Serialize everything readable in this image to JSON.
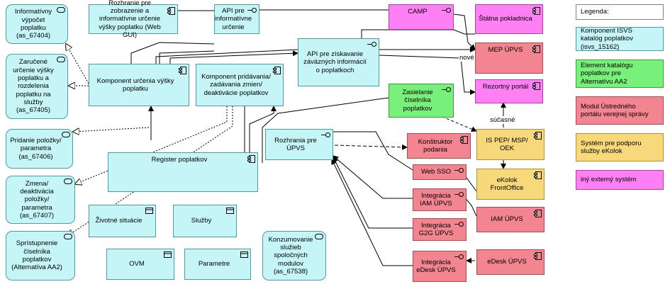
{
  "nodes": {
    "informativny_vypocet": "Informatívny výpočet poplatku (as_67404)",
    "zarucene_urcenie": "Zaručené určenie výšky poplatku a rozdelenia poplatku na služby (as_67405)",
    "pridanie_polozky": "Pridanie položky/ parametra (as_67406)",
    "zmena_deaktivacia": "Zmena/ deaktivácia položky/ parametra (as_67407)",
    "spristupnenie_ciselnika": "Sprístupnenie číselníka poplatkov (Alternatíva AA2)",
    "rozhranie_gui": "Rozhranie pre zobrazenie a informatívne určenie výšky poplatku (Web GUI)",
    "api_informativne": "API pre informatívne určenie",
    "api_zavazne": "API pre získavanie záväzných informácií o poplatkoch",
    "komponent_urcenia": "Komponent určenia výšky poplatku",
    "komponent_pridavania": "Komponent pridávania/ zadávania zmien/ deaktivácie poplatkov",
    "register_poplatkov": "Register poplatkov",
    "zivotne_situacie": "Životné situácie",
    "sluzby": "Služby",
    "ovm": "OVM",
    "parametre": "Parametre",
    "rozhrania_upvs": "Rozhrania pre ÚPVS",
    "konzumovanie_sluzieb": "Konzumovanie služieb spoločných modulov (as_67538)",
    "camp": "CAMP",
    "statna_pokladnica": "Štátna pokladnica",
    "mep_upvs": "MEP ÚPVS",
    "rezortny_portal": "Rezortný portál",
    "zasielanie_ciselnika": "Zasielanie číselníka poplatkov",
    "is_pep": "IS PEP/ MSP/ OEK",
    "ekolok": "eKolok FrontOffice",
    "konstruktor_podania": "Konštruktor podania",
    "web_sso": "Web SSO",
    "integracia_iam": "Integrácia IAM ÚPVS",
    "integracia_g2g": "Integrácia G2G ÚPVS",
    "integracia_edesk": "Integrácia eDesk ÚPVS",
    "iam_upvs": "IAM ÚPVS",
    "edesk_upvs": "eDesk ÚPVS"
  },
  "edge_labels": {
    "nove": "nové",
    "sucasne": "súčasné"
  },
  "legend": {
    "title": "Legenda:",
    "items": [
      {
        "text": "Komponent ISVS katalóg poplatkov (isvs_15162)",
        "color": "#c6f5f7"
      },
      {
        "text": "Element katalógu poplatkov pre Alternatívu AA2",
        "color": "#79f07a"
      },
      {
        "text": "Modul Ústredného portálu verejnej správy",
        "color": "#f2858f"
      },
      {
        "text": "Systém pre podporu služby eKolok",
        "color": "#f7d87a"
      },
      {
        "text": "iný externý systém",
        "color": "#ff7ff4"
      }
    ]
  },
  "colors": {
    "cyan": "#c6f5f7",
    "green": "#79f07a",
    "pink": "#f2858f",
    "yellow": "#f7d87a",
    "magenta": "#ff7ff4"
  }
}
